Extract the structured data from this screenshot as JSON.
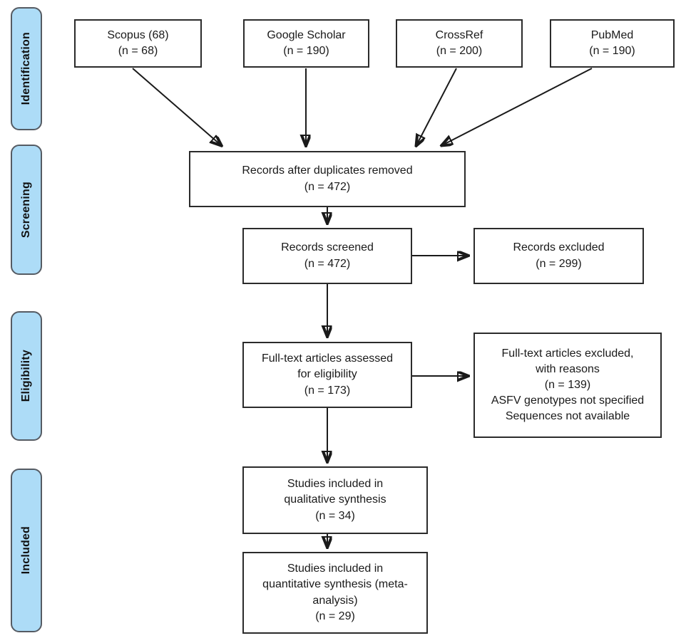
{
  "diagram": {
    "title": "PRISMA flow diagram",
    "type": "flowchart",
    "accent_color": "#addcf7",
    "pill_border_color": "#555b63",
    "box_border_color": "#2b2b2b",
    "text_color": "#1a1a1a",
    "background_color": "#ffffff"
  },
  "stages": [
    {
      "id": "identification",
      "label": "Identification"
    },
    {
      "id": "screening",
      "label": "Screening"
    },
    {
      "id": "eligibility",
      "label": "Eligibility"
    },
    {
      "id": "included",
      "label": "Included"
    }
  ],
  "sources": [
    {
      "id": "scopus",
      "name": "Scopus (68)",
      "count": "(n = 68)"
    },
    {
      "id": "google-scholar",
      "name": "Google Scholar",
      "count": "(n = 190)"
    },
    {
      "id": "crossref",
      "name": "CrossRef",
      "count": "(n = 200)"
    },
    {
      "id": "pubmed",
      "name": "PubMed",
      "count": "(n = 190)"
    }
  ],
  "nodes": {
    "duplicates_removed": {
      "lines": [
        "Records after duplicates removed",
        "(n = 472)"
      ]
    },
    "records_screened": {
      "lines": [
        "Records screened",
        "(n = 472)"
      ]
    },
    "records_excluded": {
      "lines": [
        "Records excluded",
        "(n = 299)"
      ]
    },
    "fulltext_assessed": {
      "lines": [
        "Full-text articles assessed",
        "for eligibility",
        "(n = 173)"
      ]
    },
    "fulltext_excluded": {
      "lines": [
        "Full-text articles excluded,",
        "with reasons",
        "(n = 139)",
        "ASFV genotypes not specified",
        "Sequences not available"
      ]
    },
    "qualitative_synthesis": {
      "lines": [
        "Studies included in",
        "qualitative synthesis",
        "(n = 34)"
      ]
    },
    "quantitative_synthesis": {
      "lines": [
        "Studies included in",
        "quantitative synthesis (meta-",
        "analysis)",
        "(n = 29)"
      ]
    }
  },
  "chart_data": {
    "type": "flowchart",
    "title": "PRISMA flow diagram",
    "stages": [
      "Identification",
      "Screening",
      "Eligibility",
      "Included"
    ],
    "records": {
      "identified_scopus": 68,
      "identified_google_scholar": 190,
      "identified_crossref": 200,
      "identified_pubmed": 190,
      "after_duplicates_removed": 472,
      "screened": 472,
      "excluded_at_screening": 299,
      "fulltext_assessed": 173,
      "fulltext_excluded": 139,
      "included_qualitative": 34,
      "included_quantitative": 29
    },
    "exclusion_reasons": [
      "ASFV genotypes not specified",
      "Sequences not available"
    ]
  }
}
